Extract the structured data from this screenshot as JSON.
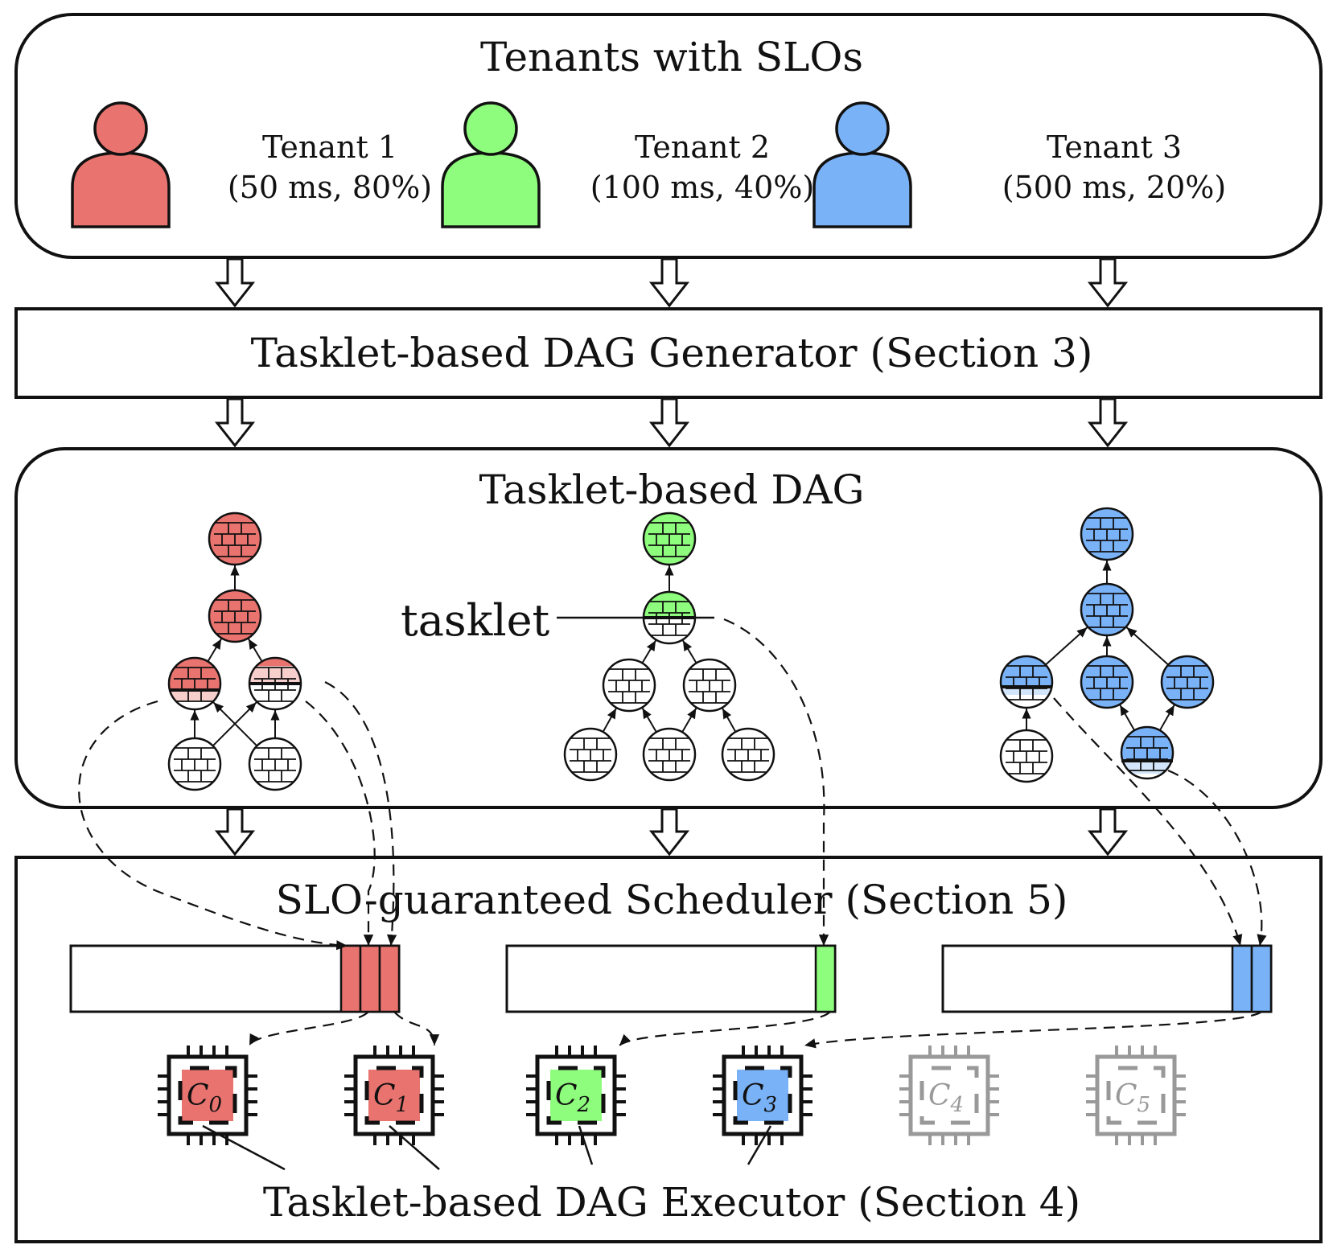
{
  "colors": {
    "tenant1": "#e8736f",
    "tenant2": "#8efc7c",
    "tenant3": "#79b2f7",
    "tenant1_light": "#f6cfcd",
    "tenant3_light": "#d3e5fa",
    "inactive_core": "#999999",
    "stroke": "#111111"
  },
  "tenants_box": {
    "title": "Tenants with SLOs",
    "tenants": [
      {
        "name": "Tenant  1",
        "slo": "(50 ms,  80%)",
        "color_key": "tenant1",
        "icon": "person-icon"
      },
      {
        "name": "Tenant  2",
        "slo": "(100 ms,  40%)",
        "color_key": "tenant2",
        "icon": "person-icon"
      },
      {
        "name": "Tenant  3",
        "slo": "(500 ms,  20%)",
        "color_key": "tenant3",
        "icon": "person-icon"
      }
    ]
  },
  "generator": {
    "label": "Tasklet-based DAG Generator (Section 3)"
  },
  "dag_box": {
    "title": "Tasklet-based DAG",
    "tasklet_label": "tasklet"
  },
  "scheduler": {
    "title": "SLO-guaranteed Scheduler (Section 5)",
    "queues": [
      {
        "color_key": "tenant1",
        "slots": 3
      },
      {
        "color_key": "tenant2",
        "slots": 1
      },
      {
        "color_key": "tenant3",
        "slots": 2
      }
    ],
    "executor_label": "Tasklet-based DAG Executor (Section 4)",
    "cores": [
      {
        "letter": "C",
        "index": "0",
        "color_key": "tenant1",
        "active": true
      },
      {
        "letter": "C",
        "index": "1",
        "color_key": "tenant1",
        "active": true
      },
      {
        "letter": "C",
        "index": "2",
        "color_key": "tenant2",
        "active": true
      },
      {
        "letter": "C",
        "index": "3",
        "color_key": "tenant3",
        "active": true
      },
      {
        "letter": "C",
        "index": "4",
        "color_key": "none",
        "active": false
      },
      {
        "letter": "C",
        "index": "5",
        "color_key": "none",
        "active": false
      }
    ]
  }
}
